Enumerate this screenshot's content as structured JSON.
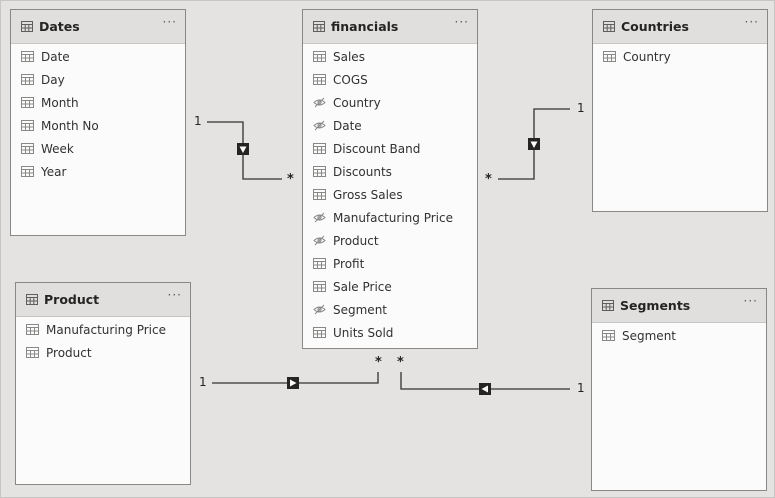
{
  "tables": {
    "dates": {
      "title": "Dates",
      "menu": "···",
      "fields": [
        {
          "label": "Date",
          "icon": "table-field-icon"
        },
        {
          "label": "Day",
          "icon": "table-field-icon"
        },
        {
          "label": "Month",
          "icon": "table-field-icon"
        },
        {
          "label": "Month No",
          "icon": "table-field-icon"
        },
        {
          "label": "Week",
          "icon": "table-field-icon"
        },
        {
          "label": "Year",
          "icon": "table-field-icon"
        }
      ]
    },
    "financials": {
      "title": "financials",
      "menu": "···",
      "fields": [
        {
          "label": "Sales",
          "icon": "table-field-icon"
        },
        {
          "label": "COGS",
          "icon": "table-field-icon"
        },
        {
          "label": "Country",
          "icon": "hidden-field-icon"
        },
        {
          "label": "Date",
          "icon": "hidden-field-icon"
        },
        {
          "label": "Discount Band",
          "icon": "table-field-icon"
        },
        {
          "label": "Discounts",
          "icon": "table-field-icon"
        },
        {
          "label": "Gross Sales",
          "icon": "table-field-icon"
        },
        {
          "label": "Manufacturing Price",
          "icon": "hidden-field-icon"
        },
        {
          "label": "Product",
          "icon": "hidden-field-icon"
        },
        {
          "label": "Profit",
          "icon": "table-field-icon"
        },
        {
          "label": "Sale Price",
          "icon": "table-field-icon"
        },
        {
          "label": "Segment",
          "icon": "hidden-field-icon"
        },
        {
          "label": "Units Sold",
          "icon": "table-field-icon"
        }
      ]
    },
    "countries": {
      "title": "Countries",
      "menu": "···",
      "fields": [
        {
          "label": "Country",
          "icon": "table-field-icon"
        }
      ]
    },
    "product": {
      "title": "Product",
      "menu": "···",
      "fields": [
        {
          "label": "Manufacturing Price",
          "icon": "table-field-icon"
        },
        {
          "label": "Product",
          "icon": "table-field-icon"
        }
      ]
    },
    "segments": {
      "title": "Segments",
      "menu": "···",
      "fields": [
        {
          "label": "Segment",
          "icon": "table-field-icon"
        }
      ]
    }
  },
  "relationships": {
    "dates": {
      "one": "1",
      "many": "*"
    },
    "countries": {
      "one": "1",
      "many": "*"
    },
    "product": {
      "one": "1",
      "many": "*"
    },
    "segments": {
      "one": "1",
      "many": "*"
    }
  },
  "colors": {
    "background": "#e5e3e1",
    "header": "#e1dfdd",
    "line": "#323130"
  }
}
